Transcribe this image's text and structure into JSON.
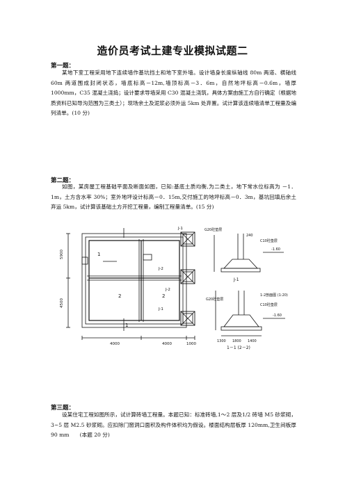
{
  "document": {
    "title": "造价员考试土建专业模拟试题二",
    "questions": [
      {
        "heading": "第一题：",
        "text": "某地下室工程采用地下连续墙作基坑挡土和地下室外墙。设计墙身长度纵轴线 80m 两道、横轴线 60m 两道围成封闭状态，墙底标高－12m,墙顶标高－3．6m，自然地坪标高－0.6m，墙厚 1000mm，C35 混凝土浇捣；设计要求导墙采用 C30 混凝土浇筑，具体方案由施工方自行确定（根据地质资料已知导沟范围为三类土）；现场余土及泥浆必须外运 5km 处弃置。试计算该连续墙清单工程量及编列清单。(10 分)"
      },
      {
        "heading": "第二题：",
        "text": "如图，某房屋工程基础平面及断面如图，已知:基底土质均衡,为二类土，地下常水位标高为 －1．1m，土方含水率 30%；室外地坪设计标高－0．15m,交付施工的地坪标高－0．3m，基坑回填后余土弃运 5km，试计算该基础土方开挖工程量，编制工程量清单。(15 分)"
      },
      {
        "heading": "第三题：",
        "text": "设某住宅工程如图所示，试计算砖墙工程量。本题已知：标准砖墙,1～2 层及1/2 砖墙 M5 砂浆砌，3~5 层 M2.5 砂浆砌。应扣除门窗洞口面积及构件体积均为假设。楼面结构层板厚 120mm,卫生间板厚 90 mm　　(本题 20 分)"
      }
    ],
    "figure": {
      "plan_labels": {
        "j1": "J-1",
        "j2": "J-2",
        "j1b": "J-1",
        "j2b": "J-2",
        "sec1": "1",
        "sec1b": "1",
        "sec2": "2",
        "sec2b": "2",
        "dim_4000a": "4000",
        "dim_4000b": "4000",
        "dim_1000": "1000",
        "dim_5900": "5900",
        "dim_4500": "4500"
      },
      "section_labels": {
        "g20": "G20砼垫层",
        "c10": "C10砼垫层",
        "elev": "-1.60",
        "elev2": "-1.60",
        "d240": "240",
        "j1_title": "J-1",
        "g20b": "G20砼垫层",
        "c10b": "C10砼垫层",
        "mid": "1-2剖面图 (1:20)",
        "s_title": "1－1 (2－2)",
        "d1800": "1800",
        "d1400": "1400",
        "d1300": "1300"
      }
    }
  }
}
